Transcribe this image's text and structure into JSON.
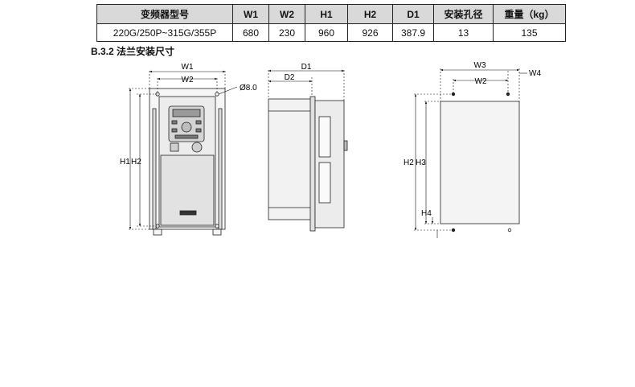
{
  "table": {
    "headers": [
      "变频器型号",
      "W1",
      "W2",
      "H1",
      "H2",
      "D1",
      "安装孔径",
      "重量（kg）"
    ],
    "rows": [
      [
        "220G/250P~315G/355P",
        "680",
        "230",
        "960",
        "926",
        "387.9",
        "13",
        "135"
      ]
    ]
  },
  "section": {
    "title": "B.3.2 法兰安装尺寸"
  },
  "drawings": {
    "front": {
      "w1": "W1",
      "w2": "W2",
      "hole": "Ø8.0",
      "h1": "H1",
      "h2": "H2"
    },
    "side": {
      "d1": "D1",
      "d2": "D2"
    },
    "flange": {
      "w3": "W3",
      "w2": "W2",
      "w4": "W4",
      "h2": "H2",
      "h3": "H3",
      "h4": "H4"
    }
  }
}
